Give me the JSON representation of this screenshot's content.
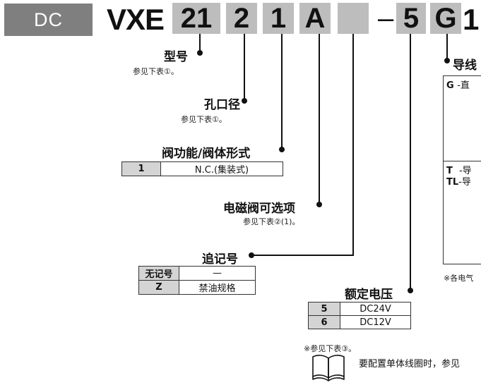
{
  "header": {
    "series_badge": "DC",
    "prefix": "VXE",
    "code_boxes": [
      "21",
      "2",
      "1",
      "A",
      "",
      "5",
      "G"
    ],
    "separator": "–",
    "trailing_digit": "1"
  },
  "labels": {
    "model": {
      "title": "型号",
      "note": "参见下表①。"
    },
    "orifice": {
      "title": "孔口径",
      "note": "参见下表①。"
    },
    "valve_function": {
      "title": "阀功能/阀体形式"
    },
    "options": {
      "title": "电磁阀可选项",
      "note": "参见下表②(1)。"
    },
    "suffix": {
      "title": "追记号"
    },
    "voltage": {
      "title": "额定电压",
      "note": "※参见下表③。"
    },
    "lead": {
      "title": "导线"
    }
  },
  "valve_function_table": {
    "rows": [
      {
        "key": "1",
        "value": "N.C.(集装式)"
      }
    ]
  },
  "suffix_table": {
    "rows": [
      {
        "key": "无记号",
        "value": "—"
      },
      {
        "key": "Z",
        "value": "禁油规格"
      }
    ]
  },
  "voltage_table": {
    "rows": [
      {
        "key": "5",
        "value": "DC24V"
      },
      {
        "key": "6",
        "value": "DC12V"
      }
    ]
  },
  "lead_table": {
    "rows": [
      {
        "key": "G",
        "value": "-直"
      },
      {
        "key": "T",
        "value": "-导"
      },
      {
        "key": "TL",
        "value": "-导"
      }
    ],
    "footnote": "※各电气"
  },
  "book_note": "要配置单体线圈时，参见"
}
